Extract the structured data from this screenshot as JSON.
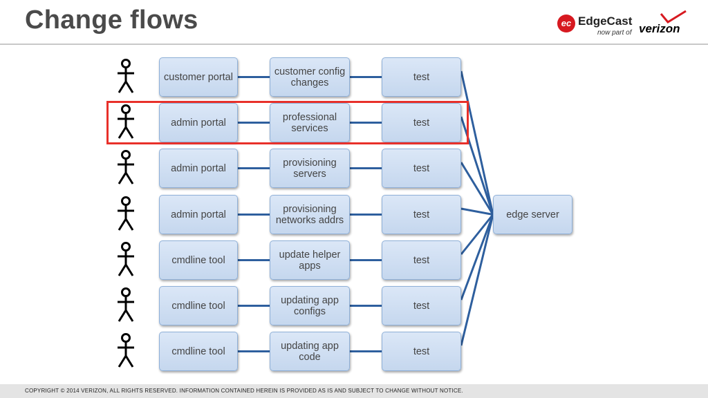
{
  "header": {
    "title": "Change flows"
  },
  "logo": {
    "mark": "ec",
    "brand": "EdgeCast",
    "tagline": "now part of",
    "partner": "verizon"
  },
  "diagram": {
    "rows": [
      {
        "source": "customer portal",
        "process": "customer config changes",
        "check": "test"
      },
      {
        "source": "admin portal",
        "process": "professional services",
        "check": "test"
      },
      {
        "source": "admin portal",
        "process": "provisioning servers",
        "check": "test"
      },
      {
        "source": "admin portal",
        "process": "provisioning networks addrs",
        "check": "test"
      },
      {
        "source": "cmdline tool",
        "process": "update helper apps",
        "check": "test"
      },
      {
        "source": "cmdline tool",
        "process": "updating app configs",
        "check": "test"
      },
      {
        "source": "cmdline tool",
        "process": "updating app code",
        "check": "test"
      }
    ],
    "target": "edge server",
    "highlighted_row": 1,
    "colors": {
      "connector": "#2e5f9e",
      "highlight": "#e8302a",
      "box_fill": "#cddcf0"
    }
  },
  "footer": {
    "copyright": "COPYRIGHT © 2014 VERIZON, ALL RIGHTS RESERVED. INFORMATION CONTAINED HEREIN IS PROVIDED AS IS AND SUBJECT TO CHANGE WITHOUT NOTICE."
  }
}
